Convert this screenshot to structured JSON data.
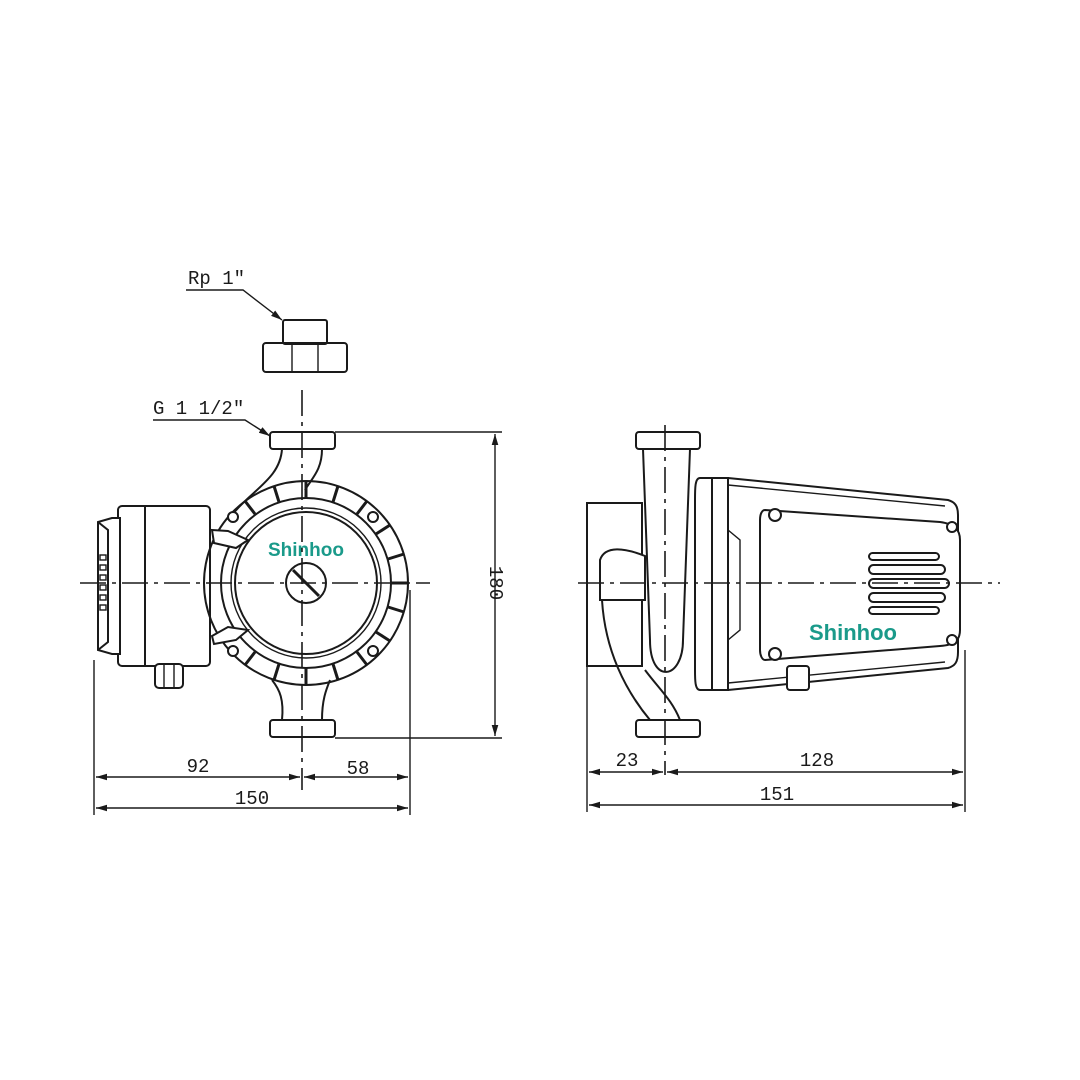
{
  "labels": {
    "outlet_thread": "Rp 1\"",
    "flange_thread": "G 1 1/2\""
  },
  "brand": {
    "name": "Shinhoo",
    "color": "#1a9a8a",
    "dot_color": "#e8702a"
  },
  "front_view": {
    "dim_left": "92",
    "dim_right": "58",
    "dim_total": "150",
    "dim_height": "180"
  },
  "side_view": {
    "dim_left": "23",
    "dim_right": "128",
    "dim_total": "151"
  }
}
